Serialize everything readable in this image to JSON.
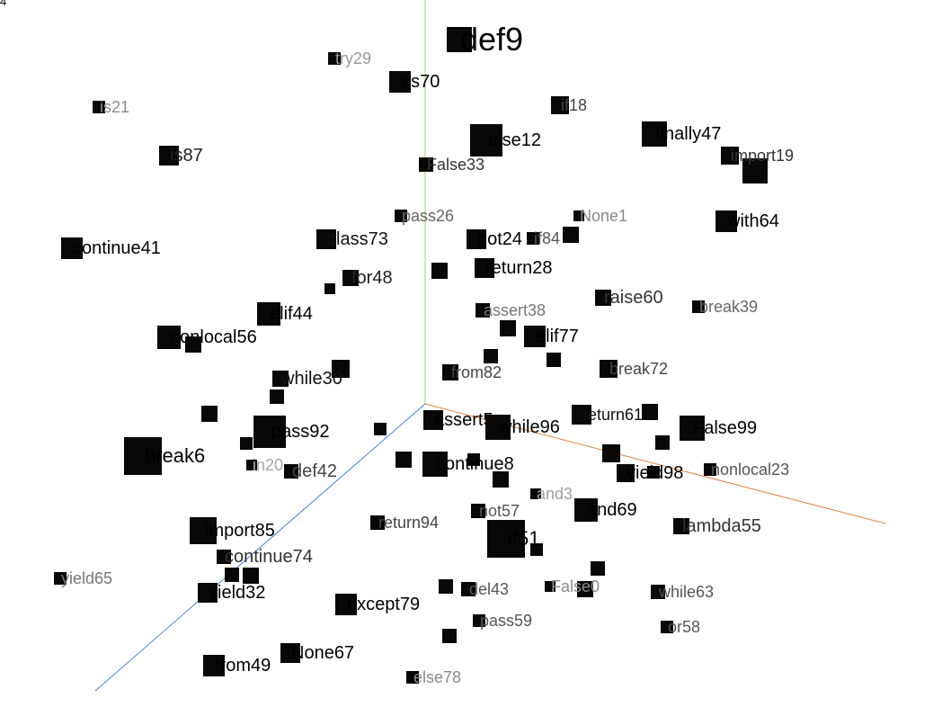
{
  "corner_label": "4",
  "axes": [
    {
      "name": "y-axis",
      "color": "#8fd36a"
    },
    {
      "name": "x-axis",
      "color": "#e0874a"
    },
    {
      "name": "z-axis",
      "color": "#4a7fd6"
    }
  ],
  "points": [
    {
      "label": "def9",
      "tone": "#000000"
    },
    {
      "label": "try29",
      "tone": "#9a9a9a"
    },
    {
      "label": "as70",
      "tone": "#000000"
    },
    {
      "label": "is21",
      "tone": "#8a8a8a"
    },
    {
      "label": "if18",
      "tone": "#444444"
    },
    {
      "label": "finally47",
      "tone": "#000000"
    },
    {
      "label": "else12",
      "tone": "#000000"
    },
    {
      "label": "is87",
      "tone": "#222222"
    },
    {
      "label": "False33",
      "tone": "#333333"
    },
    {
      "label": "import19",
      "tone": "#333333"
    },
    {
      "label": "pass26",
      "tone": "#666666"
    },
    {
      "label": "None1",
      "tone": "#8a8a8a"
    },
    {
      "label": "with64",
      "tone": "#000000"
    },
    {
      "label": "continue41",
      "tone": "#000000"
    },
    {
      "label": "class73",
      "tone": "#111111"
    },
    {
      "label": "not24",
      "tone": "#000000"
    },
    {
      "label": "if84",
      "tone": "#555555"
    },
    {
      "label": "return28",
      "tone": "#000000"
    },
    {
      "label": "for48",
      "tone": "#222222"
    },
    {
      "label": "raise60",
      "tone": "#333333"
    },
    {
      "label": "elif44",
      "tone": "#000000"
    },
    {
      "label": "assert38",
      "tone": "#777777"
    },
    {
      "label": "break39",
      "tone": "#666666"
    },
    {
      "label": "nonlocal56",
      "tone": "#000000"
    },
    {
      "label": "elif77",
      "tone": "#000000"
    },
    {
      "label": "from82",
      "tone": "#444444"
    },
    {
      "label": "break72",
      "tone": "#444444"
    },
    {
      "label": "while30",
      "tone": "#111111"
    },
    {
      "label": "return61",
      "tone": "#111111"
    },
    {
      "label": "assert5",
      "tone": "#000000"
    },
    {
      "label": "while96",
      "tone": "#000000"
    },
    {
      "label": "False99",
      "tone": "#000000"
    },
    {
      "label": "pass92",
      "tone": "#000000"
    },
    {
      "label": "break6",
      "tone": "#000000"
    },
    {
      "label": "continue8",
      "tone": "#000000"
    },
    {
      "label": "in20",
      "tone": "#aaaaaa"
    },
    {
      "label": "def42",
      "tone": "#444444"
    },
    {
      "label": "yield98",
      "tone": "#000000"
    },
    {
      "label": "nonlocal23",
      "tone": "#555555"
    },
    {
      "label": "and3",
      "tone": "#a0a0a0"
    },
    {
      "label": "not57",
      "tone": "#555555"
    },
    {
      "label": "and69",
      "tone": "#000000"
    },
    {
      "label": "return94",
      "tone": "#444444"
    },
    {
      "label": "if51",
      "tone": "#000000"
    },
    {
      "label": "import85",
      "tone": "#000000"
    },
    {
      "label": "lambda55",
      "tone": "#333333"
    },
    {
      "label": "continue74",
      "tone": "#333333"
    },
    {
      "label": "yield65",
      "tone": "#777777"
    },
    {
      "label": "del43",
      "tone": "#555555"
    },
    {
      "label": "False0",
      "tone": "#8a8a8a"
    },
    {
      "label": "yield32",
      "tone": "#000000"
    },
    {
      "label": "while63",
      "tone": "#555555"
    },
    {
      "label": "except79",
      "tone": "#000000"
    },
    {
      "label": "pass59",
      "tone": "#555555"
    },
    {
      "label": "or58",
      "tone": "#555555"
    },
    {
      "label": "None67",
      "tone": "#000000"
    },
    {
      "label": "from49",
      "tone": "#000000"
    },
    {
      "label": "else78",
      "tone": "#8a8a8a"
    }
  ]
}
